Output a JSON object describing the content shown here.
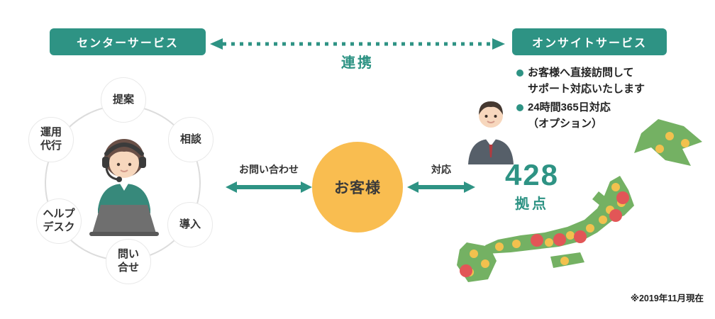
{
  "diagram": {
    "center_service": {
      "title": "センターサービス"
    },
    "onsite_service": {
      "title": "オンサイトサービス"
    },
    "link_label": "連携",
    "ring": {
      "items": [
        {
          "label": "提案"
        },
        {
          "label": "相談"
        },
        {
          "label": "導入"
        },
        {
          "label": "問い\n合せ"
        },
        {
          "label": "ヘルプ\nデスク"
        },
        {
          "label": "運用\n代行"
        }
      ]
    },
    "customer": {
      "label": "お客様"
    },
    "arrows": {
      "inquiry": "お問い合わせ",
      "response": "対応"
    },
    "onsite_details": {
      "bullets": [
        "お客様へ直接訪問して\nサポート対応いたします",
        "24時間365日対応\n（オプション）"
      ],
      "count": "428",
      "count_unit": "拠点",
      "note": "※2019年11月現在"
    },
    "colors": {
      "accent_teal": "#2e9384",
      "customer_orange": "#f9bd50",
      "map_green": "#74b163",
      "dot_yellow": "#f2c14e",
      "dot_red": "#e25657"
    }
  }
}
